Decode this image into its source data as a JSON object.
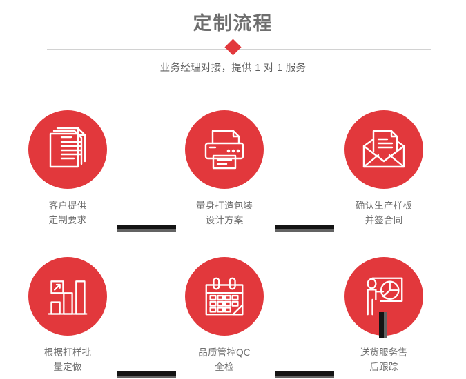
{
  "header": {
    "title": "定制流程",
    "subtitle": "业务经理对接，提供 1 对 1 服务",
    "accent_color": "#e2383c",
    "title_color": "#6e6e6e",
    "divider_color": "#d2d2d2"
  },
  "steps": [
    {
      "index": 1,
      "icon": "documents-icon",
      "label": "客户提供\n定制要求",
      "line1": "客户提供",
      "line2": "定制要求"
    },
    {
      "index": 2,
      "icon": "printer-icon",
      "label": "量身打造包装\n设计方案",
      "line1": "量身打造包装",
      "line2": "设计方案"
    },
    {
      "index": 3,
      "icon": "envelope-document-icon",
      "label": "确认生产样板\n并签合同",
      "line1": "确认生产样板",
      "line2": "并签合同"
    },
    {
      "index": 4,
      "icon": "bar-chart-growth-icon",
      "label": "根据打样批\n量定做",
      "line1": "根据打样批",
      "line2": "量定做"
    },
    {
      "index": 5,
      "icon": "calendar-check-icon",
      "label": "品质管控QC\n全检",
      "line1": "品质管控QC",
      "line2": "全检"
    },
    {
      "index": 6,
      "icon": "presenter-pie-chart-icon",
      "label": "送货服务售\n后跟踪",
      "line1": "送货服务售",
      "line2": "后跟踪"
    }
  ],
  "connectors": {
    "bar_color": "#141414",
    "shadow_color": "#636363",
    "horizontal_count": 4,
    "vertical_count": 1
  }
}
